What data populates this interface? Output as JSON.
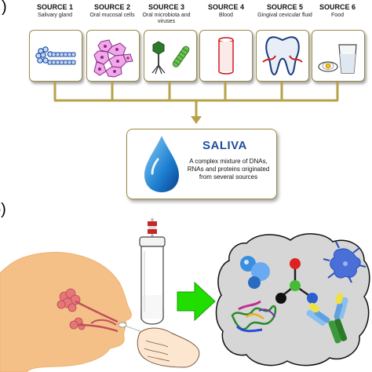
{
  "panel_labels": {
    "a": ")",
    "b": "b)"
  },
  "sources": [
    {
      "title": "SOURCE 1",
      "desc": "Salivary gland",
      "icon": "salivary-gland-icon"
    },
    {
      "title": "SOURCE 2",
      "desc": "Oral mucosal cells",
      "icon": "mucosal-cells-icon"
    },
    {
      "title": "SOURCE 3",
      "desc": "Oral microbiota and viruses",
      "icon": "microbiota-virus-icon"
    },
    {
      "title": "SOURCE 4",
      "desc": "Blood",
      "icon": "blood-vessel-icon"
    },
    {
      "title": "SOURCE 5",
      "desc": "Gingival cevicular fluid",
      "icon": "tooth-icon"
    },
    {
      "title": "SOURCE 6",
      "desc": "Food",
      "icon": "food-icon"
    }
  ],
  "saliva": {
    "title": "SALIVA",
    "desc": "A complex mixture of DNAs, RNAs and proteins originated from several sources",
    "icon": "water-drop-icon"
  },
  "colors": {
    "connector": "#b7a24a",
    "box_border": "#9a8c4a",
    "saliva_title": "#1f4e9e",
    "arrow": "#22dd00",
    "skin": "#f4c088",
    "cloud": "#d6d6d6"
  },
  "panel_b_icons": [
    "head-profile-icon",
    "swab-hand-icon",
    "collection-tube-icon",
    "green-arrow-icon",
    "molecule-cloud-icon",
    "water-molecule-icon",
    "branched-molecule-icon",
    "microbe-icon",
    "protein-structure-icon",
    "antibody-icon"
  ]
}
